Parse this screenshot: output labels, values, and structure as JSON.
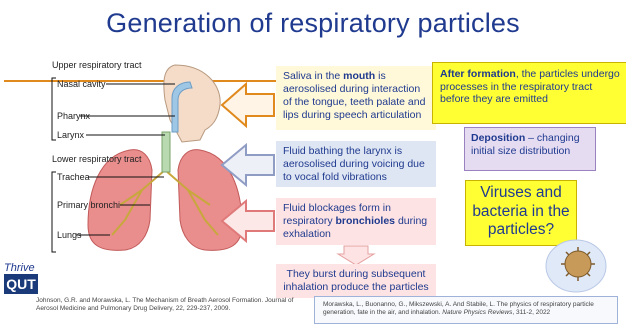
{
  "title": "Generation of respiratory particles",
  "labels": {
    "upper_tract": "Upper respiratory tract",
    "nasal_cavity": "Nasal cavity",
    "pharynx": "Pharynx",
    "larynx": "Larynx",
    "lower_tract": "Lower respiratory tract",
    "trachea": "Trachea",
    "primary_bronchi": "Primary bronchi",
    "lungs": "Lungs"
  },
  "boxes": {
    "mouth": {
      "pre": "Saliva in the ",
      "bold": "mouth",
      "post": " is aerosolised during interaction of the tongue, teeth palate and lips during speech articulation"
    },
    "larynx": {
      "text": "Fluid bathing the larynx is aerosolised during voicing due to vocal fold vibrations"
    },
    "bronchioles": {
      "pre": "Fluid blockages form in respiratory ",
      "bold": "bronchioles",
      "post": " during exhalation"
    },
    "burst": {
      "text": "They burst during subsequent inhalation produce the particles"
    },
    "after": {
      "bold": "After formation",
      "post": ", the particles undergo processes in the respiratory tract before they are emitted"
    },
    "deposition": {
      "bold": "Deposition",
      "post": " – changing initial size distribution"
    },
    "viruses": {
      "text": "Viruses and bacteria in the particles?"
    }
  },
  "references": {
    "ref1": "Johnson, G.R. and Morawska, L. The Mechanism of Breath Aerosol Formation. Journal of Aerosol Medicine and Pulmonary Drug Delivery, 22, 229-237, 2009.",
    "ref2_pre": "Morawska, L., Buonanno, G., Mikszewski, A. And Stabile, L. The physics of respiratory particle generation, fate in the air, and inhalation. ",
    "ref2_italic": "Nature Physics Reviews",
    "ref2_post": ", 311-2, 2022"
  },
  "logo": {
    "thrive": "Thrive",
    "qut": "QUT"
  },
  "colors": {
    "title": "#1f3a8f",
    "accent_orange": "#e08a1e",
    "highlight_yellow": "#ffff33"
  }
}
